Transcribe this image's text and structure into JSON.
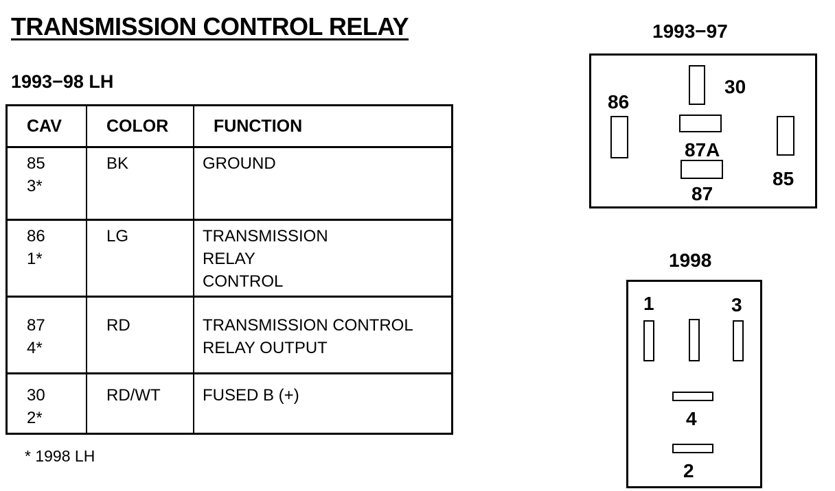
{
  "title": "TRANSMISSION CONTROL RELAY",
  "subtitle": "1993−98 LH",
  "table": {
    "headers": [
      "CAV",
      "COLOR",
      "FUNCTION"
    ],
    "rows": [
      {
        "cav": [
          "85",
          "3*"
        ],
        "color": "BK",
        "function": [
          "GROUND"
        ]
      },
      {
        "cav": [
          "86",
          "1*"
        ],
        "color": "LG",
        "function": [
          "TRANSMISSION",
          "RELAY",
          "CONTROL"
        ]
      },
      {
        "cav": [
          "87",
          "4*"
        ],
        "color": "RD",
        "function": [
          "TRANSMISSION CONTROL",
          "RELAY OUTPUT"
        ]
      },
      {
        "cav": [
          "30",
          "2*"
        ],
        "color": "RD/WT",
        "function": [
          "FUSED B (+)"
        ]
      }
    ]
  },
  "footnote": "* 1998 LH",
  "relay_1993_97": {
    "label": "1993−97",
    "pins": {
      "p30": "30",
      "p86": "86",
      "p87a": "87A",
      "p87": "87",
      "p85": "85"
    }
  },
  "relay_1998": {
    "label": "1998",
    "pins": {
      "p1": "1",
      "p3": "3",
      "p4": "4",
      "p2": "2"
    }
  }
}
